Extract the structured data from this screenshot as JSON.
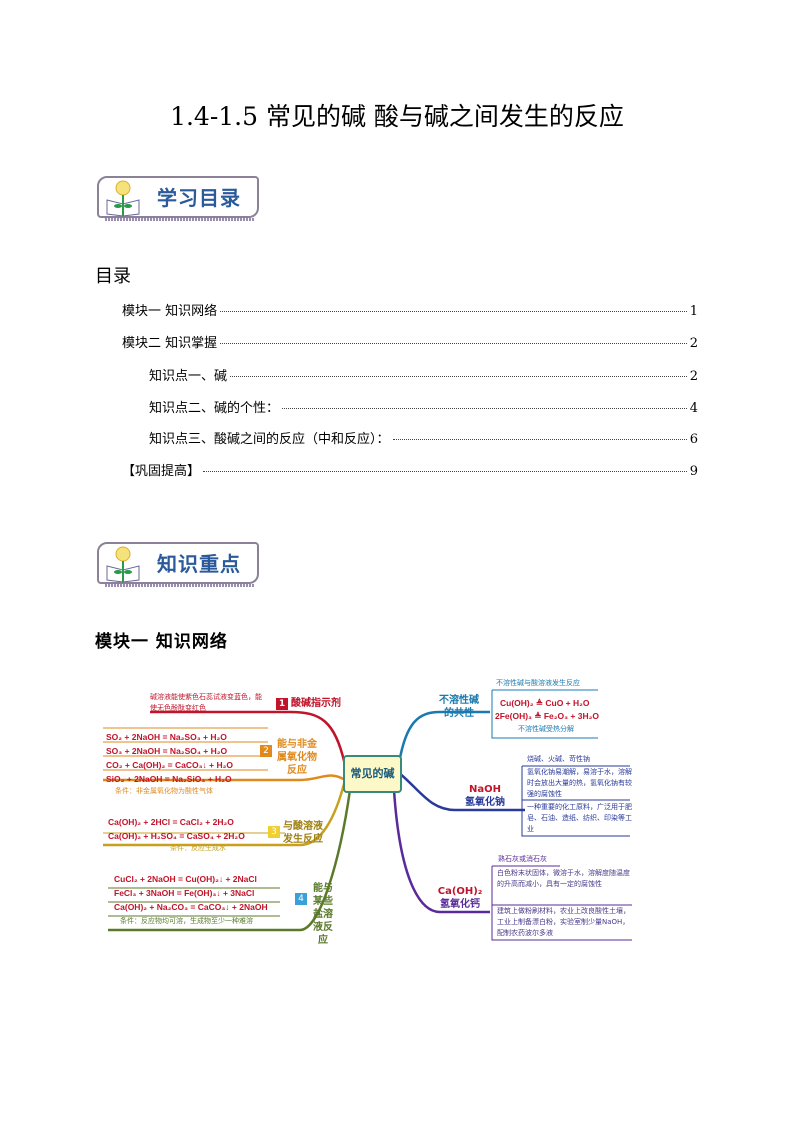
{
  "title": "1.4-1.5  常见的碱 酸与碱之间发生的反应",
  "banners": [
    "学习目录",
    "知识重点"
  ],
  "toc": {
    "heading": "目录",
    "entries": [
      {
        "label": "模块一  知识网络",
        "page": "1"
      },
      {
        "label": "模块二  知识掌握",
        "page": "2"
      },
      {
        "label": "知识点一、碱",
        "page": "2"
      },
      {
        "label": "知识点二、碱的个性：",
        "page": "4"
      },
      {
        "label": "知识点三、酸碱之间的反应（中和反应）：",
        "page": "6"
      },
      {
        "label": "【巩固提高】",
        "page": "9"
      }
    ]
  },
  "module_title": "模块一  知识网络",
  "mindmap": {
    "center": "常见的碱",
    "left": [
      {
        "num": "1",
        "label": "酸碱指示剂",
        "color": "#c0142a",
        "note": "碱溶液能使紫色石蕊试液变蓝色，能使无色酚酞变红色"
      },
      {
        "num": "2",
        "label": "能与非金属氧化物反应",
        "color": "#e08a1e",
        "formulas": [
          "SO₂ + 2NaOH = Na₂SO₃ + H₂O",
          "SO₃ + 2NaOH = Na₂SO₄ + H₂O",
          "CO₂ + Ca(OH)₂ = CaCO₃↓ + H₂O",
          "SiO₂ + 2NaOH = Na₂SiO₃ + H₂O"
        ],
        "condition": "条件：非金属氧化物为酸性气体"
      },
      {
        "num": "3",
        "label": "与酸溶液发生反应",
        "color": "#c8a020",
        "formulas": [
          "Ca(OH)₂ + 2HCl = CaCl₂ + 2H₂O",
          "Ca(OH)₂ + H₂SO₄ = CaSO₄ + 2H₂O"
        ],
        "condition": "条件：反应生成水"
      },
      {
        "num": "4",
        "label": "能与某些盐溶液反应",
        "color": "#5a7a2a",
        "formulas": [
          "CuCl₂ + 2NaOH = Cu(OH)₂↓ + 2NaCl",
          "FeCl₃ + 3NaOH = Fe(OH)₃↓ + 3NaCl",
          "Ca(OH)₂ + Na₂CO₃ = CaCO₃↓ + 2NaOH"
        ],
        "condition": "条件：反应物均可溶，生成物至少一种难溶"
      }
    ],
    "right": [
      {
        "label": "不溶性碱的共性",
        "color": "#1a7ab0",
        "top": "不溶性碱与酸溶液发生反应",
        "formulas": [
          "Cu(OH)₂ ≜ CuO + H₂O",
          "2Fe(OH)₃ ≜ Fe₂O₃ + 3H₂O"
        ],
        "bottom": "不溶性碱受热分解"
      },
      {
        "label1": "NaOH",
        "label2": "氢氧化钠",
        "color": "#2a3a9a",
        "top": "烧碱、火碱、苛性钠",
        "notes": [
          "氢氧化钠易潮解，易溶于水，溶解时会放出大量的热，氢氧化钠有较强的腐蚀性",
          "一种重要的化工原料，广泛用于肥皂、石油、造纸、纺织、印染等工业"
        ]
      },
      {
        "label1": "Ca(OH)₂",
        "label2": "氢氧化钙",
        "color": "#5a2a9a",
        "top": "熟石灰或消石灰",
        "notes": [
          "白色粉末状固体，微溶于水，溶解度随温度的升高而减小，具有一定的腐蚀性",
          "建筑上做粉刷材料，农业上改良酸性土壤，工业上制备漂白粉，实验室制少量NaOH，配制农药波尔多液"
        ]
      }
    ]
  }
}
